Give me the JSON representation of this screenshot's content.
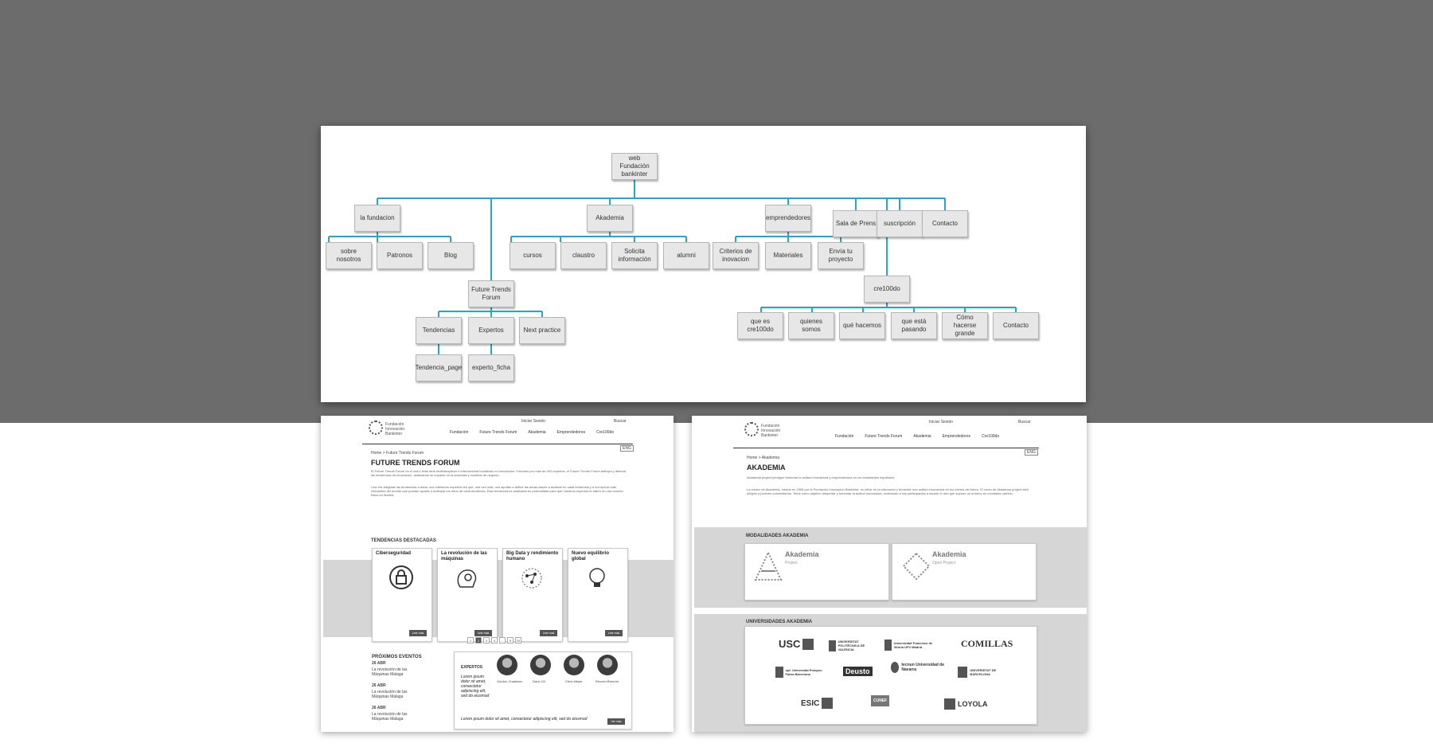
{
  "sitemap": {
    "root": "web Fundación bankinter",
    "branches": [
      {
        "label": "la fundacion",
        "children": [
          "sobre nosotros",
          "Patronos",
          "Blog"
        ]
      },
      {
        "label": "Future Trends Forum",
        "children": [
          "Tendencias",
          "Expertos",
          "Next practice"
        ]
      },
      {
        "label": "Akademia",
        "children": [
          "cursos",
          "claustro",
          "Solicita información",
          "alumni"
        ]
      },
      {
        "label": "emprendedores",
        "children": [
          "Criterios de inovacion",
          "Materiales",
          "Envía tu proyecto"
        ]
      },
      {
        "label": "cre100do",
        "children": [
          "que es cre100do",
          "quienes somos",
          "qué hacemos",
          "que está pasando",
          "Cómo hacerse grande",
          "Contacto"
        ]
      },
      {
        "label": "Sala de Prens"
      },
      {
        "label": "suscripción"
      },
      {
        "label": "Contacto"
      }
    ],
    "subchildren": {
      "Tendencias": "Tendencia_page",
      "Expertos": "experto_ficha"
    }
  },
  "left_page": {
    "logo_text": "Fundación Innovación Bankinter",
    "top_links": [
      "Iniciar Sesión",
      "Buscar"
    ],
    "nav": [
      "Fundación",
      "Future Trends Forum",
      "Akademia",
      "Emprendedores",
      "Cre100do"
    ],
    "lang": "ENG",
    "breadcrumb": "Home > Future Trends Forum",
    "title": "FUTURE TRENDS FORUM",
    "intro": "El Future Trends Forum es el único think tank multidisciplinar e internacional focalizado en innovación. Formado por más de 400 expertos, el Future Trends Forum anticipa y detecta las tendencias de innovación, analizando su impacto en la sociedad y modelos de negocio.",
    "body": "Una vez elegidas las tendencias a tratar, sus miembros expertos les que, una vez más, nos ayudan a definir las áreas claves a analizar en cada tendencia y a incorporar más relevantes del mundo que puedan ayudar a anticipar los retos de cada tendencia. Esta tendencia es analizada en profundidad para que nuestros expertos la traten en una reunión física en Madrid.",
    "section_trends": "TENDENCIAS DESTACADAS",
    "trends": [
      {
        "title": "Ciberseguridad",
        "button": "Leer más"
      },
      {
        "title": "La revolución de las máquinas",
        "button": "Leer más"
      },
      {
        "title": "Big Data y rendimiento humano",
        "button": "Leer más"
      },
      {
        "title": "Nuevo equilibrio global",
        "button": "Leer más"
      }
    ],
    "pager": [
      "1",
      "2",
      "3",
      "4",
      "...",
      "9",
      "10"
    ],
    "events_title": "PRÓXIMOS EVENTOS",
    "events": [
      {
        "date": "26 ABR",
        "text": "La revolución de las Máquinas Malaga"
      },
      {
        "date": "26 ABR",
        "text": "La revolución de las Máquinas Malaga"
      },
      {
        "date": "26 ABR",
        "text": "La revolución de las Máquinas Malaga"
      }
    ],
    "experts_title": "EXPERTOS",
    "experts_quote": "Lorem ipsum dolor sit amet, consectetur adipiscing elit, sed do eiusmod",
    "experts": [
      "Gordon Chadman",
      "Darío Gil",
      "Chris Meyer",
      "Reuven Brenner"
    ],
    "experts_footer": "Lorem ipsum dolor sit amet, consectetur adipiscing elit, sed do eiusmod",
    "experts_button": "Ver más"
  },
  "right_page": {
    "logo_text": "Fundación Innovación Bankinter",
    "top_links": [
      "Iniciar Sesión",
      "Buscar"
    ],
    "nav": [
      "Fundación",
      "Future Trends Forum",
      "Akademia",
      "Emprendedores",
      "Cre100do"
    ],
    "lang": "ENG",
    "breadcrumb": "Home > Akademia",
    "title": "AKADEMIA",
    "intro": "Akademia project persigue fomentar la actitud innovadora y emprendedora en los estudiantes españoles.",
    "body": "La misión de Akademia, creado en 2008 por la Fundación Innovación Bankinter, es influir en la educación y fomentar una actitud innovadora en los líderes del futuro. El curso de Akademia project está dirigido a jóvenes universitarios. Tiene como objetivo despertar y fomentar la actitud innovadora, motivando a sus participantes a asumir el reto que supone un entorno en constante cambio.",
    "section_modalities": "MODALIDADES AKADEMIA",
    "modalities": [
      {
        "name": "Akademia",
        "sub": "Project"
      },
      {
        "name": "Akademia",
        "sub": "Open Project"
      }
    ],
    "section_universities": "UNIVERSIDADES AKADEMIA",
    "universities": [
      "USC",
      "UNIVERSITAT POLITÈCNICA DE VALÈNCIA",
      "Universidad Francisco de Vitoria UFV Madrid",
      "COMILLAS",
      "upf. Universitat Pompeu Fabra Barcelona",
      "Deusto",
      "tecnun Universidad de Navarra",
      "UNIVERSITAT DE BARCELONA",
      "ESIC",
      "CUNEF",
      "LOYOLA"
    ]
  }
}
